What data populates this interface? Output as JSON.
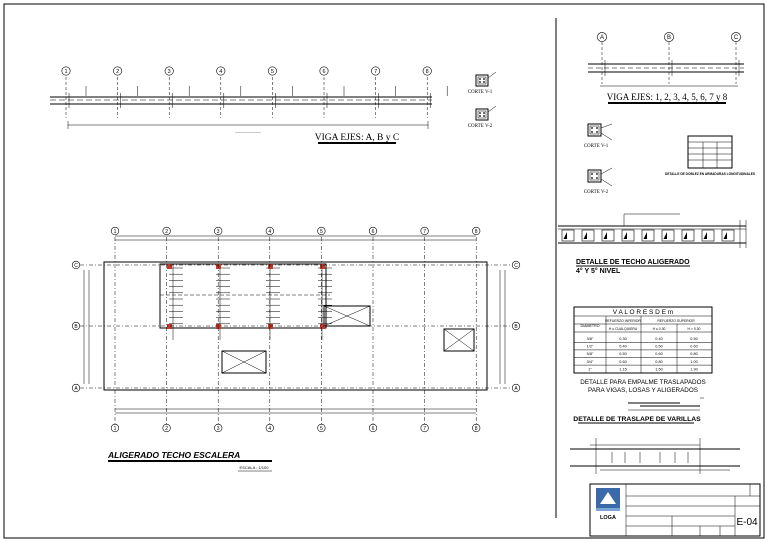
{
  "sheet": {
    "left_beam": {
      "axes": [
        "1",
        "2",
        "3",
        "4",
        "5",
        "6",
        "7",
        "8"
      ],
      "title": "VIGA EJES: A, B y C"
    },
    "left_sections": {
      "corte_1": "CORTE V-1",
      "corte_2": "CORTE V-2"
    },
    "right_beam": {
      "axes": [
        "A",
        "B",
        "C"
      ],
      "title": "VIGA EJES: 1, 2, 3, 4, 5, 6, 7 y 8"
    },
    "right_sections": {
      "corte_1": "CORTE V-1",
      "corte_2": "CORTE V-2"
    },
    "doblez_caption": "DETALLE DE DOBLEZ EN ARMADURAS LONGITUDINALES",
    "techo_detail": {
      "title_line1": "DETALLE DE TECHO ALIGERADO",
      "title_line2": "4° Y 5° NIVEL"
    },
    "valores_table": {
      "title": "V A L O R E S  D E  m",
      "col_diametro": "DIAMETRO",
      "col_inferior": "REFUERZO INFERIOR",
      "col_superior": "REFUERZO SUPERIOR",
      "sub_inferior": "H ≤ CUALQUIERA",
      "sub_sup1": "H ≤ 0.30",
      "sub_sup2": "H > 0.30",
      "rows": [
        [
          "3/8\"",
          "0.30",
          "0.40",
          "0.50"
        ],
        [
          "1/2\"",
          "0.40",
          "0.50",
          "0.60"
        ],
        [
          "5/8\"",
          "0.50",
          "0.60",
          "0.80"
        ],
        [
          "3/4\"",
          "0.60",
          "0.80",
          "1.00"
        ],
        [
          "1\"",
          "1.15",
          "1.50",
          "1.90"
        ]
      ]
    },
    "empalme_caption": {
      "line1": "DETALLE PARA EMPALME TRASLAPADOS",
      "line2": "PARA VIGAS, LOSAS Y ALIGERADOS"
    },
    "traslape_title": "DETALLE DE TRASLAPE DE VARILLAS",
    "plan": {
      "title": "ALIGERADO TECHO ESCALERA",
      "scale": "ESCALA : 1/100",
      "top_axes": [
        "1",
        "2",
        "3",
        "4",
        "5",
        "6",
        "7",
        "8"
      ],
      "side_axes": [
        "C",
        "B",
        "A"
      ]
    },
    "title_block": {
      "logo_text": "LOGA",
      "sheet_number": "E-04"
    }
  }
}
